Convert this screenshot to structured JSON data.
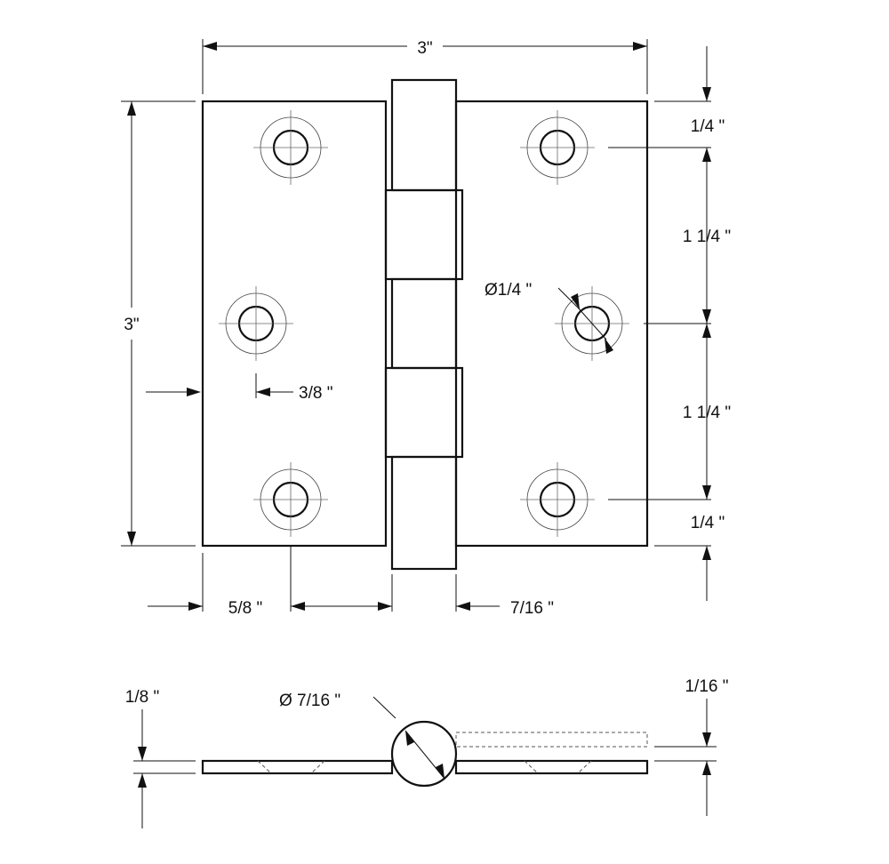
{
  "dimensions": {
    "overall_width": "3\"",
    "overall_height": "3\"",
    "top_offset": "1/4 \"",
    "hole_spacing_upper": "1 1/4 \"",
    "hole_spacing_lower": "1 1/4 \"",
    "bottom_offset": "1/4 \"",
    "hole_diameter": "Ø1/4 \"",
    "edge_to_hole_left": "3/8 \"",
    "edge_to_hole_bottom_left": "5/8 \"",
    "knuckle_width": "7/16 \"",
    "leaf_thickness": "1/8 \"",
    "pin_diameter": "Ø 7/16 \"",
    "gap": "1/16 \""
  }
}
